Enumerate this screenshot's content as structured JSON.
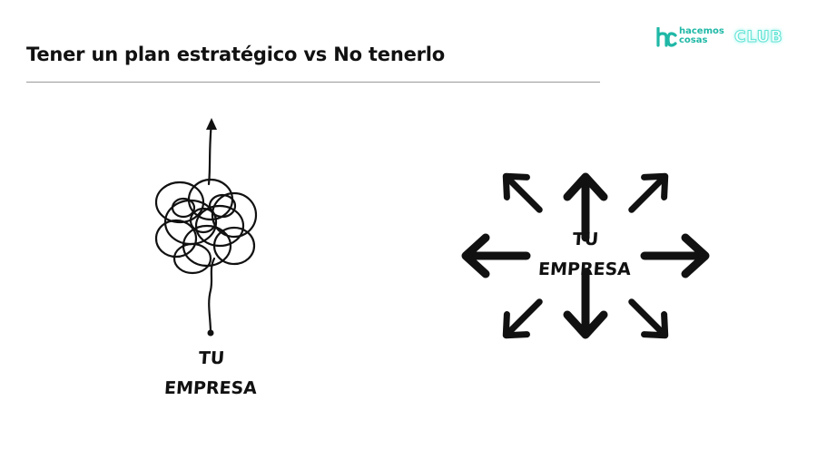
{
  "slide": {
    "title": "Tener un plan estratégico vs No tenerlo"
  },
  "logo": {
    "line1": "hacemos",
    "line2": "cosas",
    "club": "CLUB",
    "color": "#1fb8a6"
  },
  "left_panel": {
    "label_line1": "TU",
    "label_line2": "EMPRESA",
    "icon": "tangled-path-arrow-icon"
  },
  "right_panel": {
    "label_line1": "TU",
    "label_line2": "EMPRESA",
    "icon": "arrows-all-directions-icon"
  }
}
